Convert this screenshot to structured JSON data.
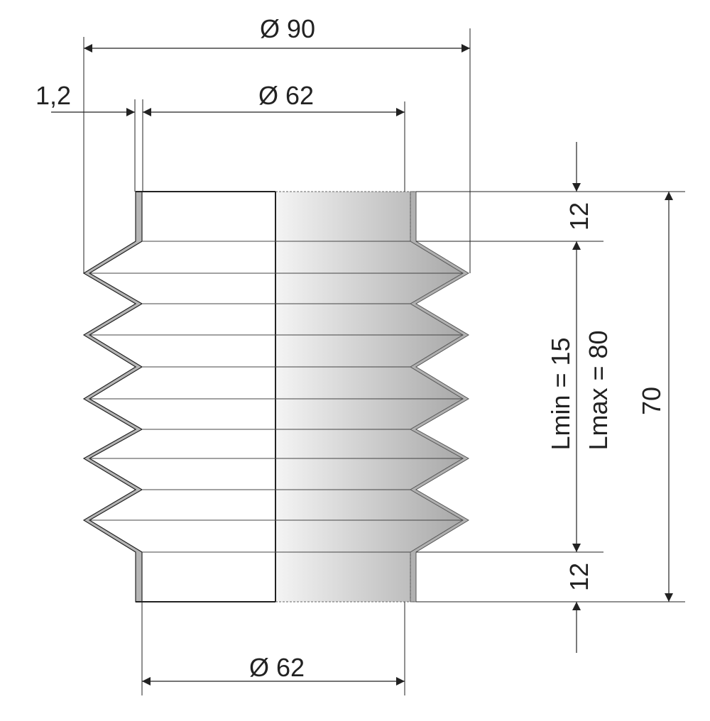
{
  "drawing": {
    "labels": {
      "outer_diameter": "Ø 90",
      "inner_diameter_top": "Ø 62",
      "inner_diameter_bottom": "Ø 62",
      "wall_thickness": "1,2",
      "cuff_top": "12",
      "cuff_bottom": "12",
      "overall_length": "70",
      "l_min": "Lmin = 15",
      "l_max": "Lmax = 80"
    },
    "colors": {
      "wall": "#b5b5b5",
      "lines": "#222222",
      "gradient_light": "#f4f4f4",
      "gradient_dark": "#a6a6a6"
    }
  }
}
